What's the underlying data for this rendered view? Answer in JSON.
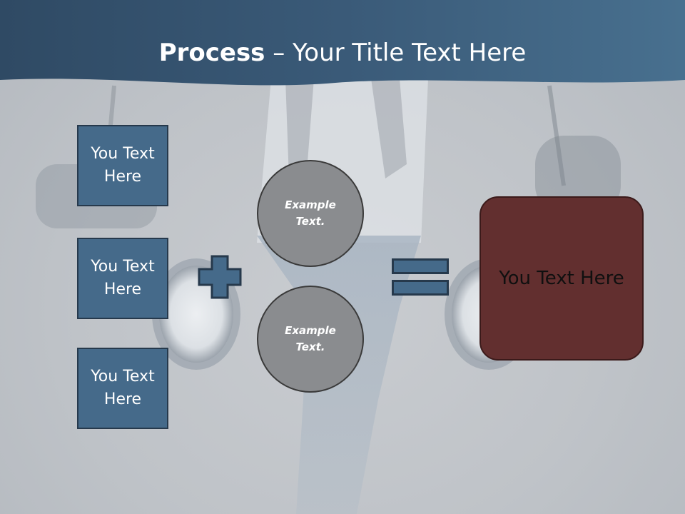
{
  "slide": {
    "title_bold": "Process",
    "title_rest": " – Your Title Text Here",
    "inputs": [
      "You Text Here",
      "You Text Here",
      "You Text Here"
    ],
    "circles": [
      "Example Text.",
      "Example Text."
    ],
    "result": "You Text Here",
    "operators": {
      "plus": "plus-icon",
      "equals": "equals-icon"
    }
  },
  "colors": {
    "header": "#3d5c7a",
    "box_fill": "#456a8a",
    "circle_fill": "#8a8c8f",
    "result_fill": "#622f2f",
    "background": "#c4c7cb"
  }
}
